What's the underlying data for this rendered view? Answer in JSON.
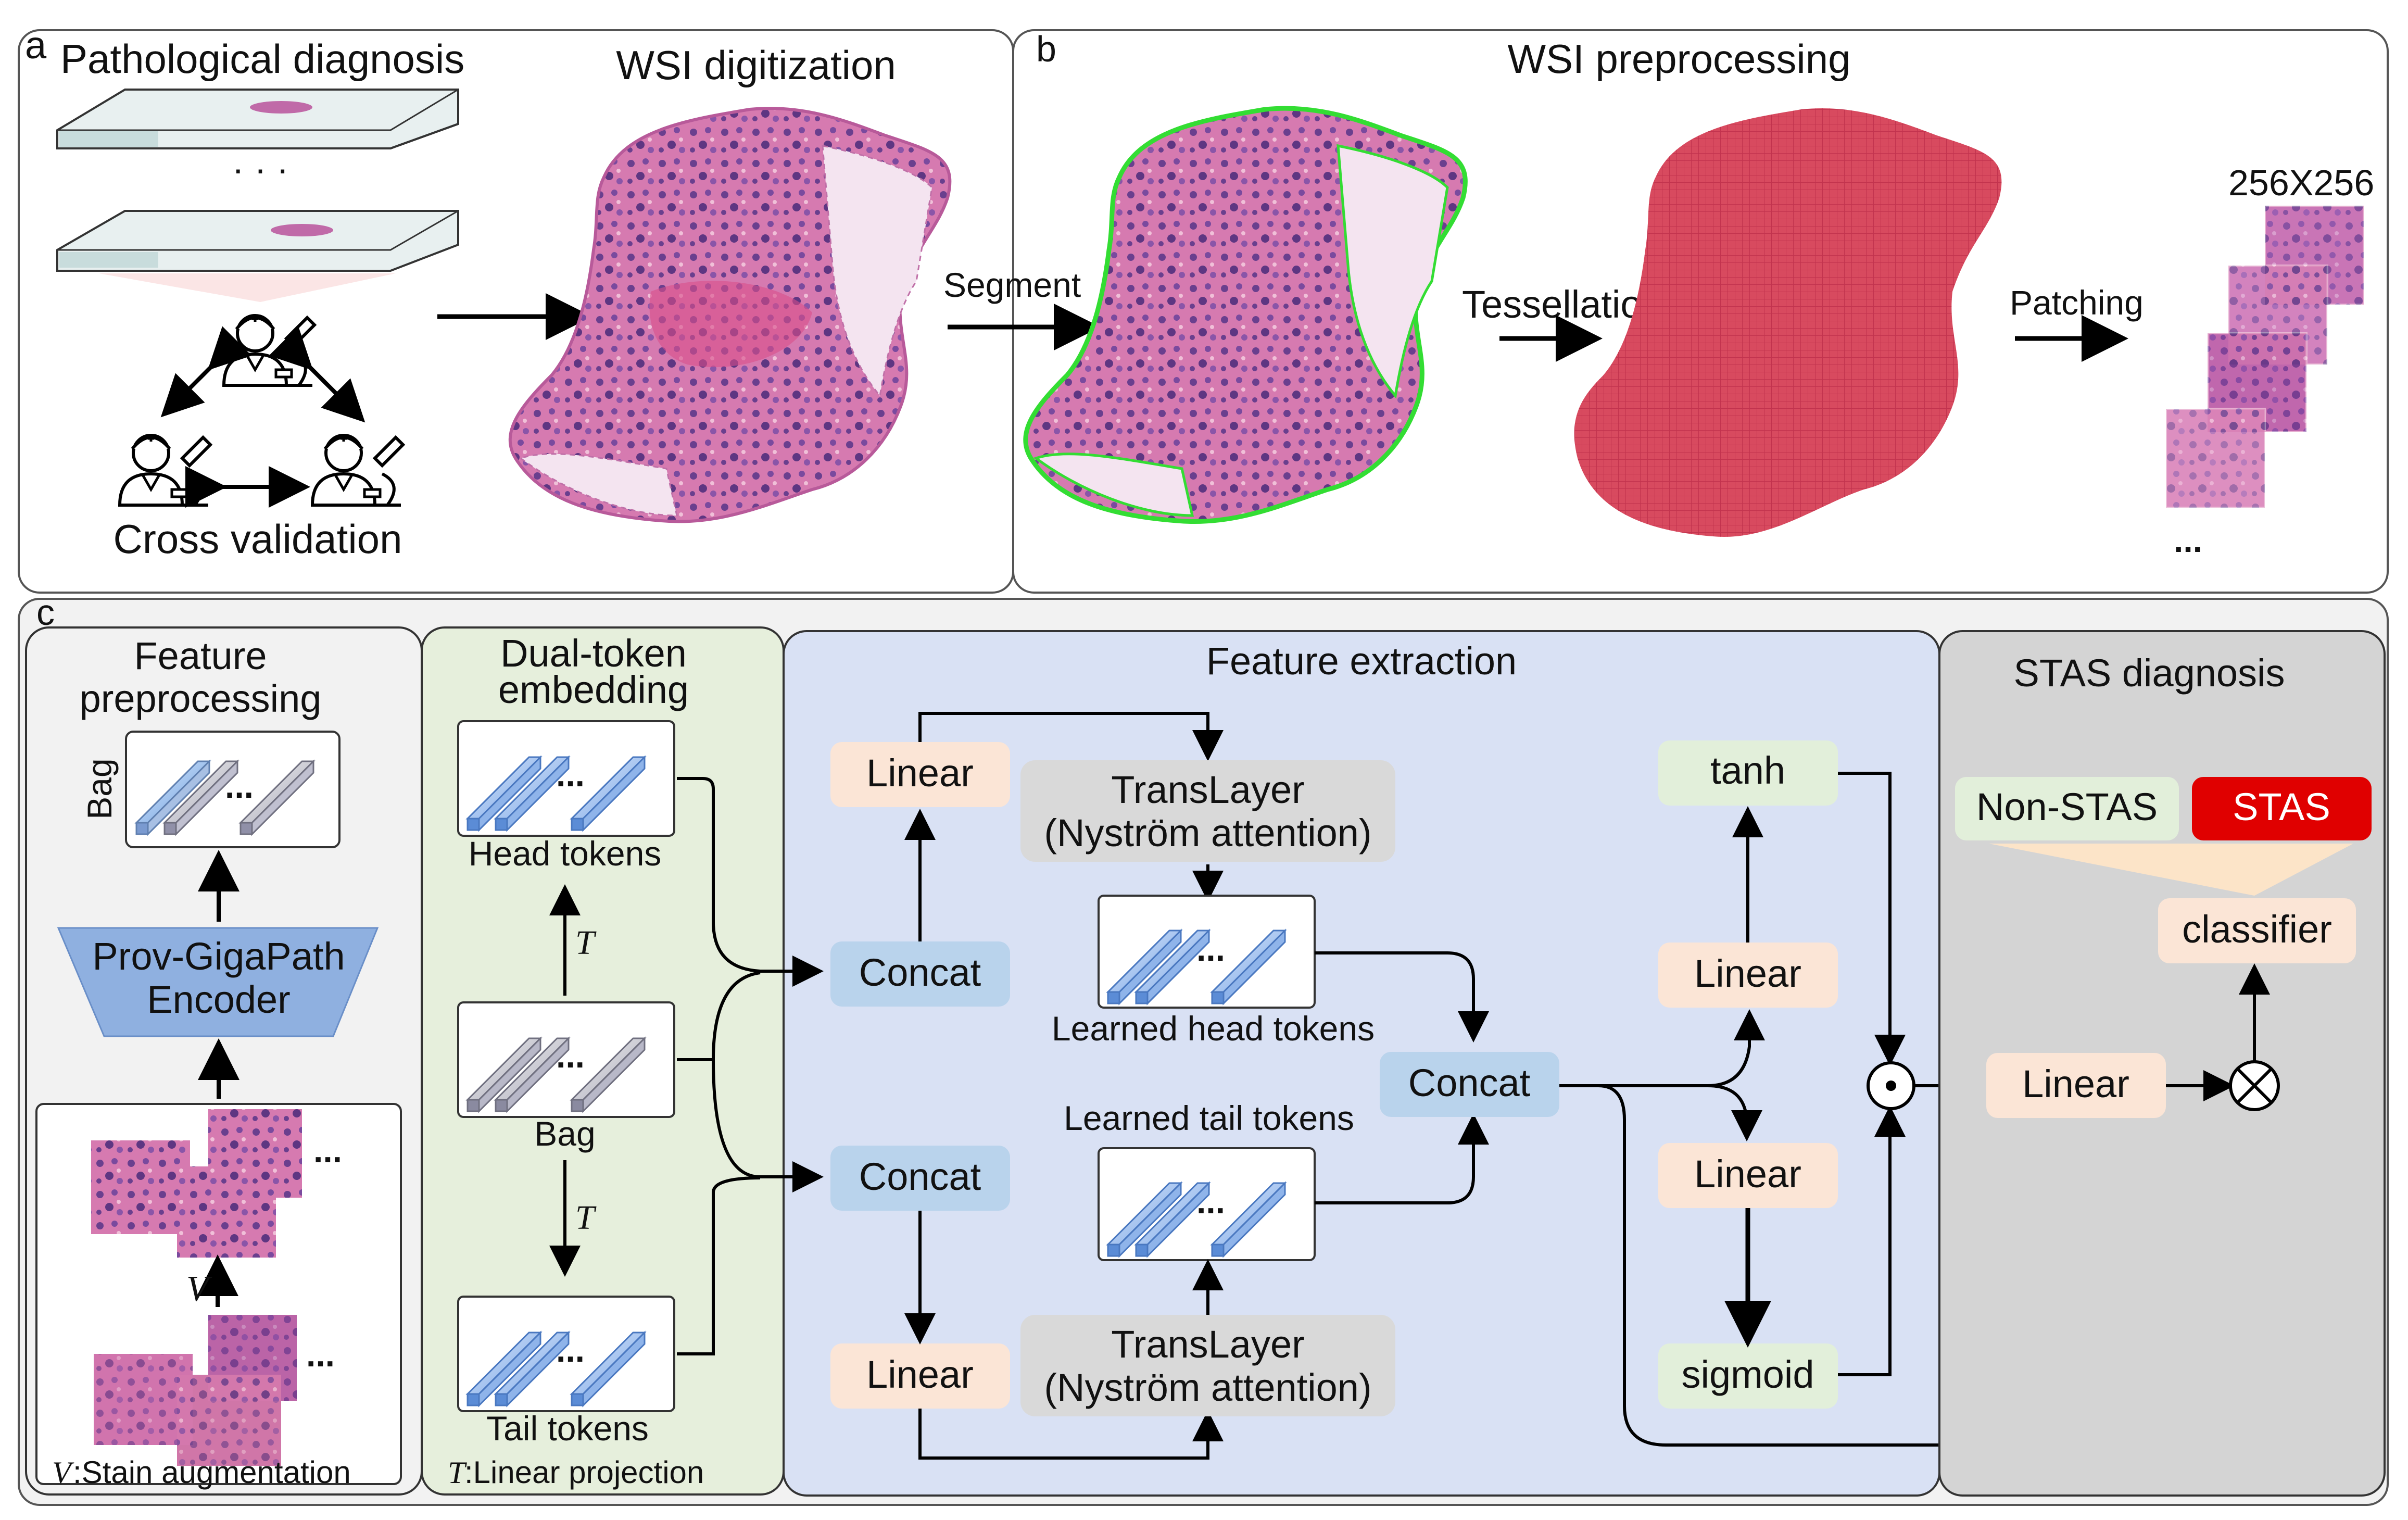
{
  "panel_a": {
    "letter": "a",
    "title": "Pathological diagnosis",
    "ellipsis": "· · ·",
    "cross_validation": "Cross validation",
    "digitization_title": "WSI digitization"
  },
  "panel_b": {
    "letter": "b",
    "title": "WSI preprocessing",
    "segment": "Segment",
    "tessellation": "Tessellation",
    "patching": "Patching",
    "patch_size": "256X256",
    "patch_ellipsis": "..."
  },
  "panel_c": {
    "letter": "c",
    "feature_pre": {
      "title_line1": "Feature",
      "title_line2": "preprocessing",
      "bag": "Bag",
      "encoder_line1": "Prov-GigaPath",
      "encoder_line2": "Encoder",
      "v_symbol": "V",
      "dots": "...",
      "footnote_sym": "V",
      "footnote_text": ":Stain augmentation"
    },
    "dual_token": {
      "title_line1": "Dual-token",
      "title_line2": "embedding",
      "head_tokens": "Head tokens",
      "bag": "Bag",
      "tail_tokens": "Tail tokens",
      "t_symbol": "T",
      "dots": "...",
      "footnote_sym": "T",
      "footnote_text": " :Linear projection"
    },
    "feature_extraction": {
      "title": "Feature extraction",
      "linear": "Linear",
      "concat": "Concat",
      "translayer_line1": "TransLayer",
      "translayer_line2": "(Nyström attention)",
      "learned_head": "Learned head tokens",
      "learned_tail": "Learned tail tokens",
      "tanh": "tanh",
      "sigmoid": "sigmoid",
      "dots": "..."
    },
    "stas": {
      "title": "STAS diagnosis",
      "non_stas": "Non-STAS",
      "stas_label": "STAS",
      "classifier": "classifier",
      "linear": "Linear"
    }
  },
  "colors": {
    "panel_gray": "#f2f2f2",
    "panel_green": "#e6efdc",
    "panel_blue": "#d9e1f4",
    "panel_dark": "#d4d4d4",
    "box_orange": "#fbe5d6",
    "box_blue": "#b9d3ec",
    "box_gray": "#d9d9d9",
    "box_green": "#e2efda",
    "stas_red": "#e00000",
    "tissue": "#c868a8",
    "tissue_red": "#d2475e",
    "segment_green": "#33dd33",
    "encoder_blue": "#8fb0e0"
  }
}
